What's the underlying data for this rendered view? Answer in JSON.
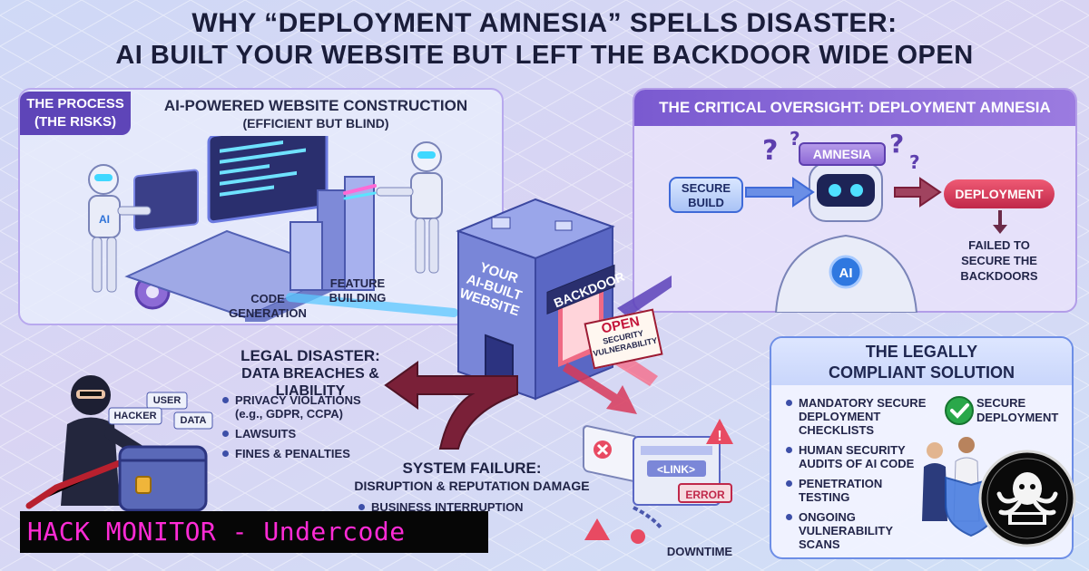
{
  "title": {
    "line1": "WHY “DEPLOYMENT AMNESIA” SPELLS DISASTER:",
    "line2": "AI BUILT YOUR WEBSITE BUT LEFT THE BACKDOOR WIDE OPEN"
  },
  "process": {
    "tag_line1": "THE PROCESS",
    "tag_line2": "(THE RISKS)",
    "heading": "AI-POWERED WEBSITE CONSTRUCTION",
    "subheading": "(EFFICIENT BUT BLIND)",
    "code_generation_line1": "CODE",
    "code_generation_line2": "GENERATION",
    "feature_building_line1": "FEATURE",
    "feature_building_line2": "BUILDING",
    "robot_badge": "AI"
  },
  "building": {
    "sign_line1": "YOUR",
    "sign_line2": "AI-BUILT",
    "sign_line3": "WEBSITE",
    "backdoor_sign": "BACKDOOR",
    "open_tag_line1": "OPEN",
    "open_tag_line2": "SECURITY",
    "open_tag_line3": "VULNERABILITY"
  },
  "oversight": {
    "heading": "THE CRITICAL OVERSIGHT: DEPLOYMENT AMNESIA",
    "amnesia_label": "AMNESIA",
    "secure_build_line1": "SECURE",
    "secure_build_line2": "BUILD",
    "deployment_label": "DEPLOYMENT",
    "failed_line1": "FAILED TO",
    "failed_line2": "SECURE THE",
    "failed_line3": "BACKDOORS",
    "robot_badge": "AI"
  },
  "legal": {
    "heading_line1": "LEGAL DISASTER:",
    "heading_line2": "DATA BREACHES & LIABILITY",
    "bullet1_line1": "PRIVACY VIOLATIONS",
    "bullet1_line2": "(e.g., GDPR, CCPA)",
    "bullet2": "LAWSUITS",
    "bullet3": "FINES & PENALTIES",
    "tag_user": "USER",
    "tag_hacker": "HACKER",
    "tag_data": "DATA"
  },
  "failure": {
    "heading_line1": "SYSTEM FAILURE:",
    "heading_line2": "DISRUPTION & REPUTATION DAMAGE",
    "bullet1": "BUSINESS INTERRUPTION",
    "link_label": "<LINK>",
    "error_label": "ERROR",
    "downtime_label": "DOWNTIME"
  },
  "solution": {
    "heading_line1": "THE LEGALLY",
    "heading_line2": "COMPLIANT SOLUTION",
    "item1_line1": "MANDATORY SECURE",
    "item1_line2": "DEPLOYMENT",
    "item1_line3": "CHECKLISTS",
    "item2_line1": "HUMAN SECURITY",
    "item2_line2": "AUDITS OF AI CODE",
    "item3_line1": "PENETRATION",
    "item3_line2": "TESTING",
    "item4_line1": "ONGOING",
    "item4_line2": "VULNERABILITY",
    "item4_line3": "SCANS",
    "secure_deploy_line1": "SECURE",
    "secure_deploy_line2": "DEPLOYMENT"
  },
  "watermark": {
    "text": "HACK MONITOR - Undercode"
  },
  "colors": {
    "primary_purple": "#5e45b8",
    "danger_red": "#c0284a",
    "secure_blue": "#3f6ad8",
    "ok_green": "#2aa84a",
    "watermark_pink": "#ff2bd6"
  }
}
